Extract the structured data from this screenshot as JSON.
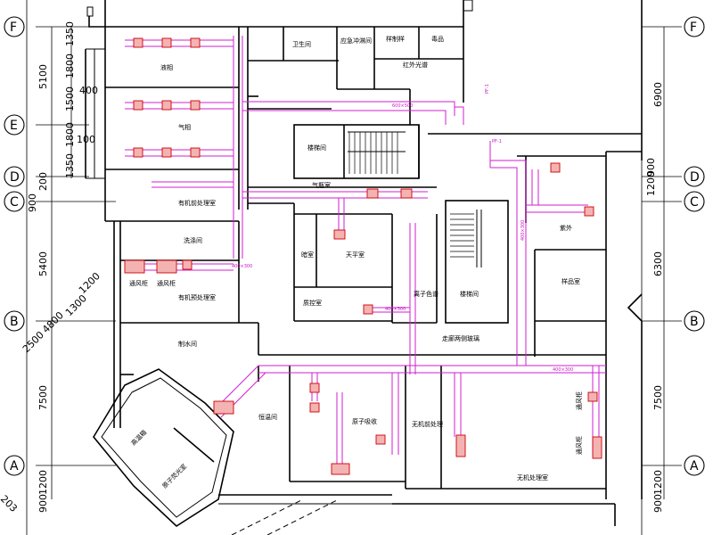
{
  "axes": {
    "F": "F",
    "E": "E",
    "D": "D",
    "C": "C",
    "B": "B",
    "A": "A"
  },
  "dims_left": {
    "d1350": "1350",
    "d1800": "1800",
    "d1500": "1500",
    "d5100": "5100",
    "d400": "400",
    "d100": "100",
    "d1350b": "1350",
    "d1800b": "1800",
    "d200": "200",
    "d900": "900",
    "d5400": "5400",
    "d7500": "7500",
    "d1200": "1200",
    "d900b": "900",
    "d4800": "4800",
    "d1300": "1300",
    "d2500": "2500",
    "d1200b": "1200",
    "d203": "203"
  },
  "dims_right": {
    "d6900": "6900",
    "d1200": "1200",
    "d900": "900",
    "d6300": "6300",
    "d7500": "7500",
    "d1200b": "1200",
    "d900b": "900"
  },
  "rooms": {
    "r1": "液相",
    "r2": "气相",
    "r3": "有机前处理室",
    "r4": "制水间",
    "r5": "卫生间",
    "r6": "应急冲淋间",
    "r7": "样制样",
    "r8": "毒品",
    "r9": "红外光谱",
    "r10": "楼梯间",
    "r11": "气瓶室",
    "r12": "暗室",
    "r13": "天平室",
    "r14": "离子色谱",
    "r15": "楼梯间",
    "r16": "紫外",
    "r17": "样品室",
    "r18": "洗涤间",
    "r19": "质控室",
    "r20": "走廊两侧玻璃",
    "r21": "恒温间",
    "r22": "原子吸收",
    "r23": "无机前处理",
    "r24": "无机处理室",
    "r25": "通风柜",
    "r26": "通风柜",
    "r27": "通风柜",
    "r28": "通风柜",
    "r29": "高温箱",
    "r30": "原子荧光室",
    "r31": "有机预处理室"
  },
  "duct_labels": {
    "l1": "600×500",
    "l2": "PF-1",
    "l3": "PF-1",
    "l4": "400×300",
    "l5": "400×300",
    "l6": "400×300",
    "l7": "400×300"
  }
}
